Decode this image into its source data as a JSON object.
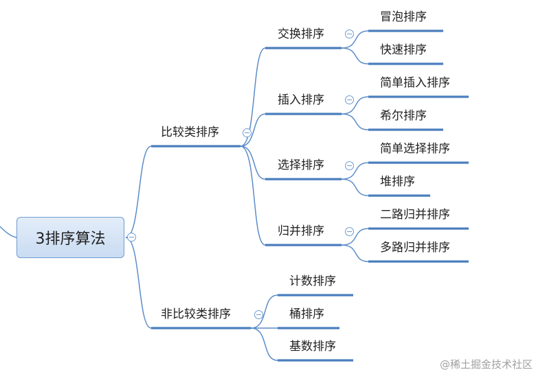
{
  "root": {
    "label": "3排序算法"
  },
  "branches": {
    "comparison": {
      "label": "比较类排序",
      "groups": {
        "exchange": {
          "label": "交换排序",
          "leaves": [
            "冒泡排序",
            "快速排序"
          ]
        },
        "insertion": {
          "label": "插入排序",
          "leaves": [
            "简单插入排序",
            "希尔排序"
          ]
        },
        "selection": {
          "label": "选择排序",
          "leaves": [
            "简单选择排序",
            "堆排序"
          ]
        },
        "merge": {
          "label": "归并排序",
          "leaves": [
            "二路归并排序",
            "多路归并排序"
          ]
        }
      }
    },
    "non_comparison": {
      "label": "非比较类排序",
      "leaves": [
        "计数排序",
        "桶排序",
        "基数排序"
      ]
    }
  },
  "watermark": "@稀土掘金技术社区",
  "colors": {
    "line": "#5b8cc9",
    "underline": "#4a7ebd",
    "node_fill": "#d5e4f5",
    "node_border": "#6d9bd1"
  },
  "icons": {
    "collapse": "minus-circle-icon"
  }
}
